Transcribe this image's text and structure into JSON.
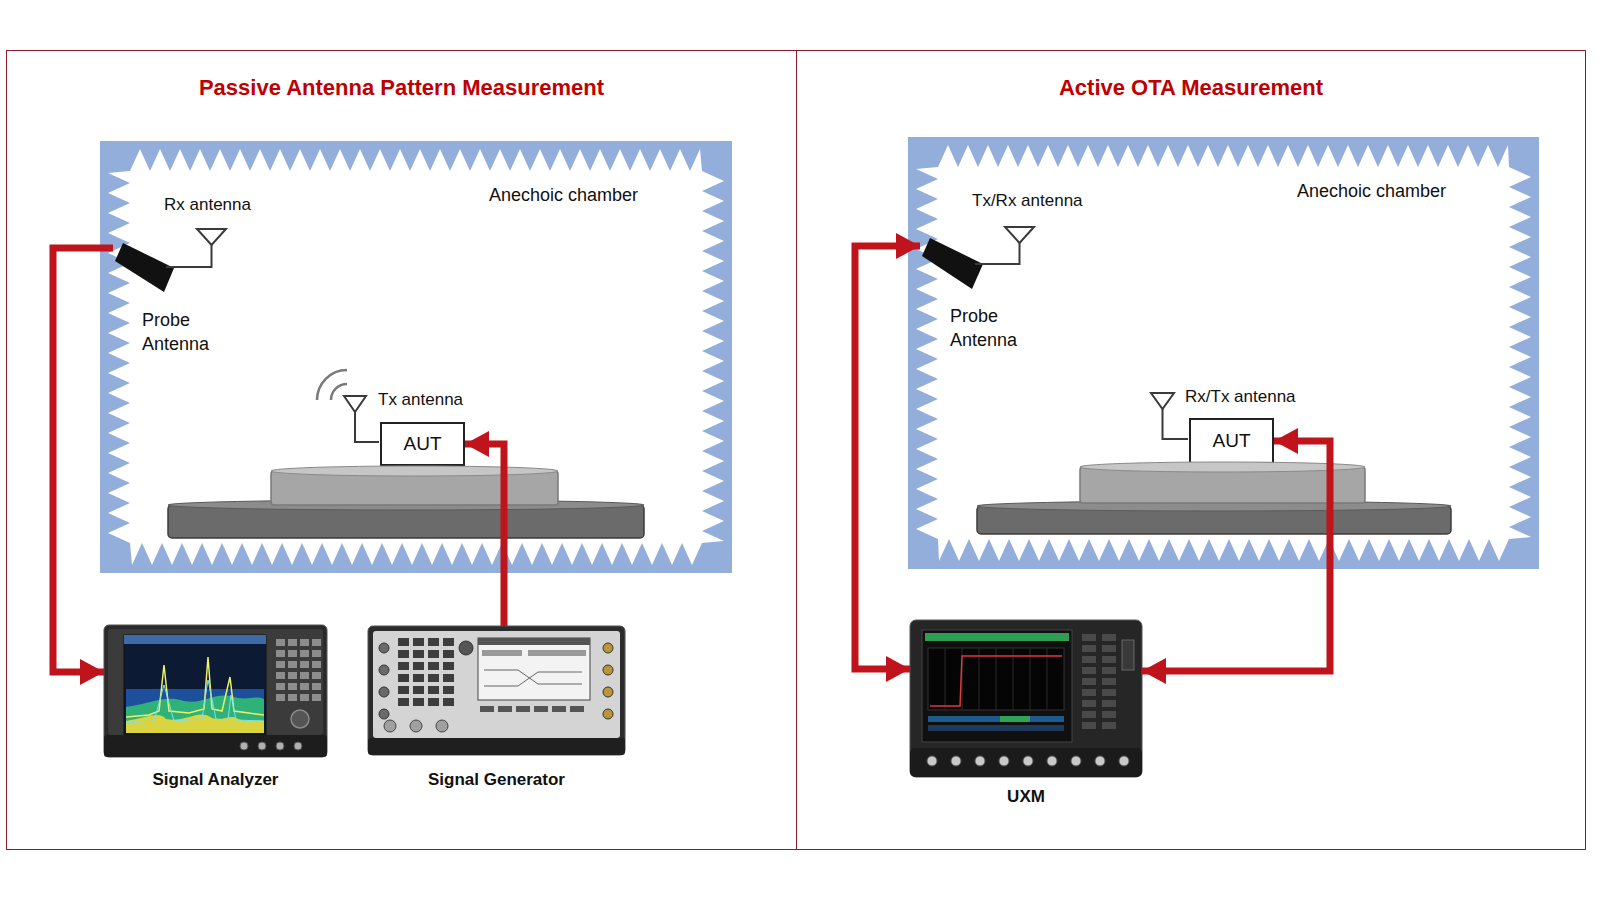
{
  "diagram": {
    "nodes": [
      {
        "text": [
          "Passive Antenna Pattern Measurement"
        ]
      },
      {
        "text": [
          "Anechoic chamber"
        ],
        "in": 0
      },
      {
        "text": [
          "Probe Antenna"
        ],
        "in": 1
      },
      {
        "text": [
          "AUT"
        ],
        "in": 1
      },
      {
        "text": [
          "Signal Analyzer"
        ],
        "in": 0
      },
      {
        "text": [
          "Signal Generator"
        ],
        "in": 0
      },
      {
        "text": [
          "Active OTA Measurement"
        ]
      },
      {
        "text": [
          "Anechoic chamber"
        ],
        "in": 6
      },
      {
        "text": [
          "Probe Antenna"
        ],
        "in": 7
      },
      {
        "text": [
          "AUT"
        ],
        "in": 7
      },
      {
        "text": [
          "UXM"
        ],
        "in": 6
      }
    ],
    "edges": [
      {
        "from": 2,
        "to": 4,
        "arrow": "to"
      },
      {
        "from": 5,
        "to": 3,
        "arrow": "to"
      },
      {
        "from": 10,
        "to": 8,
        "arrow": "both"
      },
      {
        "from": 10,
        "to": 9,
        "arrow": "both"
      }
    ],
    "labels": [
      "Rx antenna",
      "Tx antenna",
      "Tx/Rx antenna",
      "Rx/Tx antenna"
    ]
  }
}
